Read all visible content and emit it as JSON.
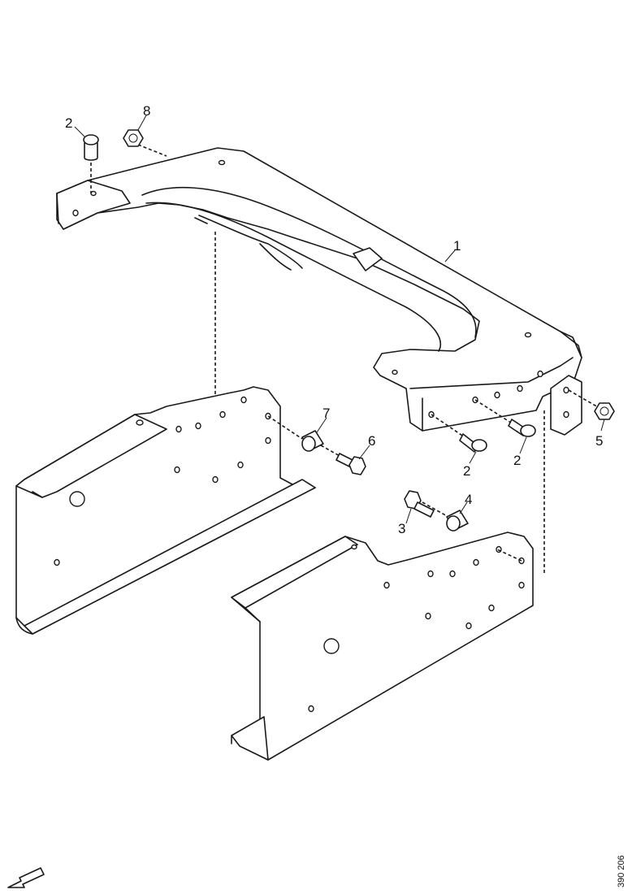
{
  "diagram": {
    "callouts": {
      "c1": "1",
      "c2a": "2",
      "c2b": "2",
      "c2c": "2",
      "c3": "3",
      "c4": "4",
      "c5": "5",
      "c6": "6",
      "c7": "7",
      "c8": "8"
    },
    "drawing_number": "390 206",
    "icons": {
      "direction": "forward-arrow-icon"
    }
  }
}
